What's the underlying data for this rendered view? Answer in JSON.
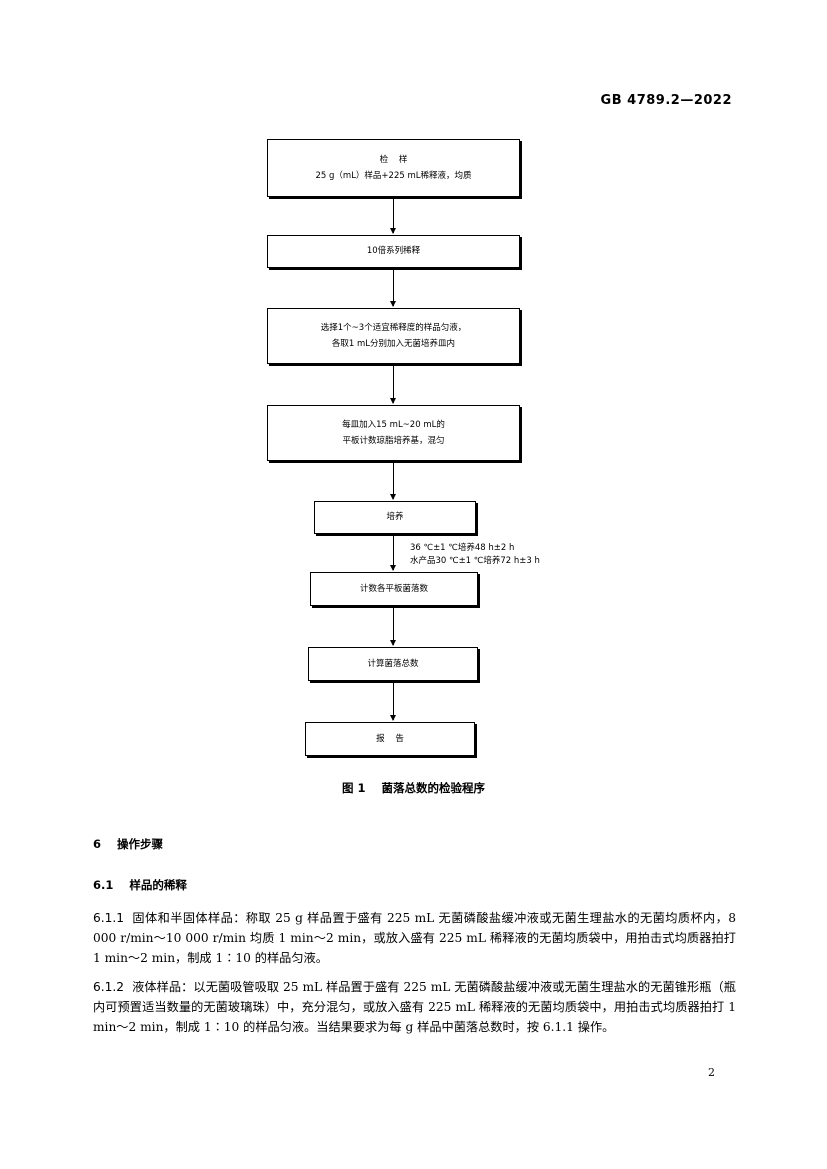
{
  "header": {
    "standard_code": "GB 4789.2—2022"
  },
  "flowchart": {
    "step1": {
      "line1": "检    样",
      "line2": "25 g（mL）样品+225 mL稀释液，均质"
    },
    "step2": {
      "line1": "10倍系列稀释"
    },
    "step3": {
      "line1": "选择1个~3个适宜稀释度的样品匀液，",
      "line2": "各取1 mL分别加入无菌培养皿内"
    },
    "step4": {
      "line1": "每皿加入15 mL~20 mL的",
      "line2": "平板计数琼脂培养基，混匀"
    },
    "step5": {
      "line1": "培养"
    },
    "condition": {
      "line1": "36 ℃±1 ℃培养48 h±2 h",
      "line2": "水产品30 ℃±1 ℃培养72 h±3 h"
    },
    "step6": {
      "line1": "计数各平板菌落数"
    },
    "step7": {
      "line1": "计算菌落总数"
    },
    "step8": {
      "line1": "报    告"
    }
  },
  "figure_caption": "图 1    菌落总数的检验程序",
  "section6": {
    "number": "6",
    "title": "操作步骤"
  },
  "section6_1": {
    "number": "6.1",
    "title": "样品的稀释"
  },
  "para_6_1_1": {
    "number": "6.1.1",
    "text": "固体和半固体样品：称取 25 g 样品置于盛有 225 mL 无菌磷酸盐缓冲液或无菌生理盐水的无菌均质杯内，8 000 r/min～10 000 r/min 均质 1 min～2 min，或放入盛有 225 mL 稀释液的无菌均质袋中，用拍击式均质器拍打 1 min～2 min，制成 1∶10 的样品匀液。"
  },
  "para_6_1_2": {
    "number": "6.1.2",
    "text": "液体样品：以无菌吸管吸取 25 mL 样品置于盛有 225 mL 无菌磷酸盐缓冲液或无菌生理盐水的无菌锥形瓶（瓶内可预置适当数量的无菌玻璃珠）中，充分混匀，或放入盛有 225 mL 稀释液的无菌均质袋中，用拍击式均质器拍打 1 min～2 min，制成 1∶10 的样品匀液。当结果要求为每 g 样品中菌落总数时，按 6.1.1 操作。"
  },
  "page_number": "2"
}
